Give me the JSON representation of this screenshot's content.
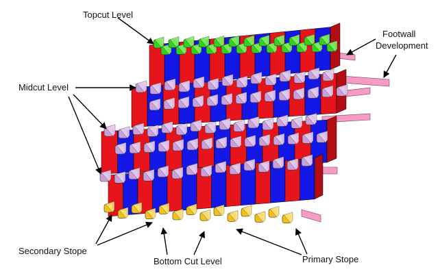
{
  "labels": {
    "topcut": "Topcut Level",
    "footwall_line1": "Footwall",
    "footwall_line2": "Development",
    "midcut": "Midcut Level",
    "secondary": "Secondary Stope",
    "bottom_cut": "Bottom Cut Level",
    "primary": "Primary Stope"
  },
  "colors": {
    "primary_stope": "#e8141b",
    "primary_stope_side": "#b10d12",
    "secondary_stope": "#1418e6",
    "secondary_stope_side": "#0b0da8",
    "topcut_drift": "#33d11c",
    "topcut_drift_top": "#7ef25f",
    "midcut_drift": "#c9a0dc",
    "midcut_drift_top": "#e5ccf2",
    "footwall_drift": "#f59bc4",
    "footwall_drift_top": "#fbc6de",
    "bottom_drift": "#f2c21a",
    "bottom_drift_top": "#fde277",
    "arrow": "#000000"
  }
}
